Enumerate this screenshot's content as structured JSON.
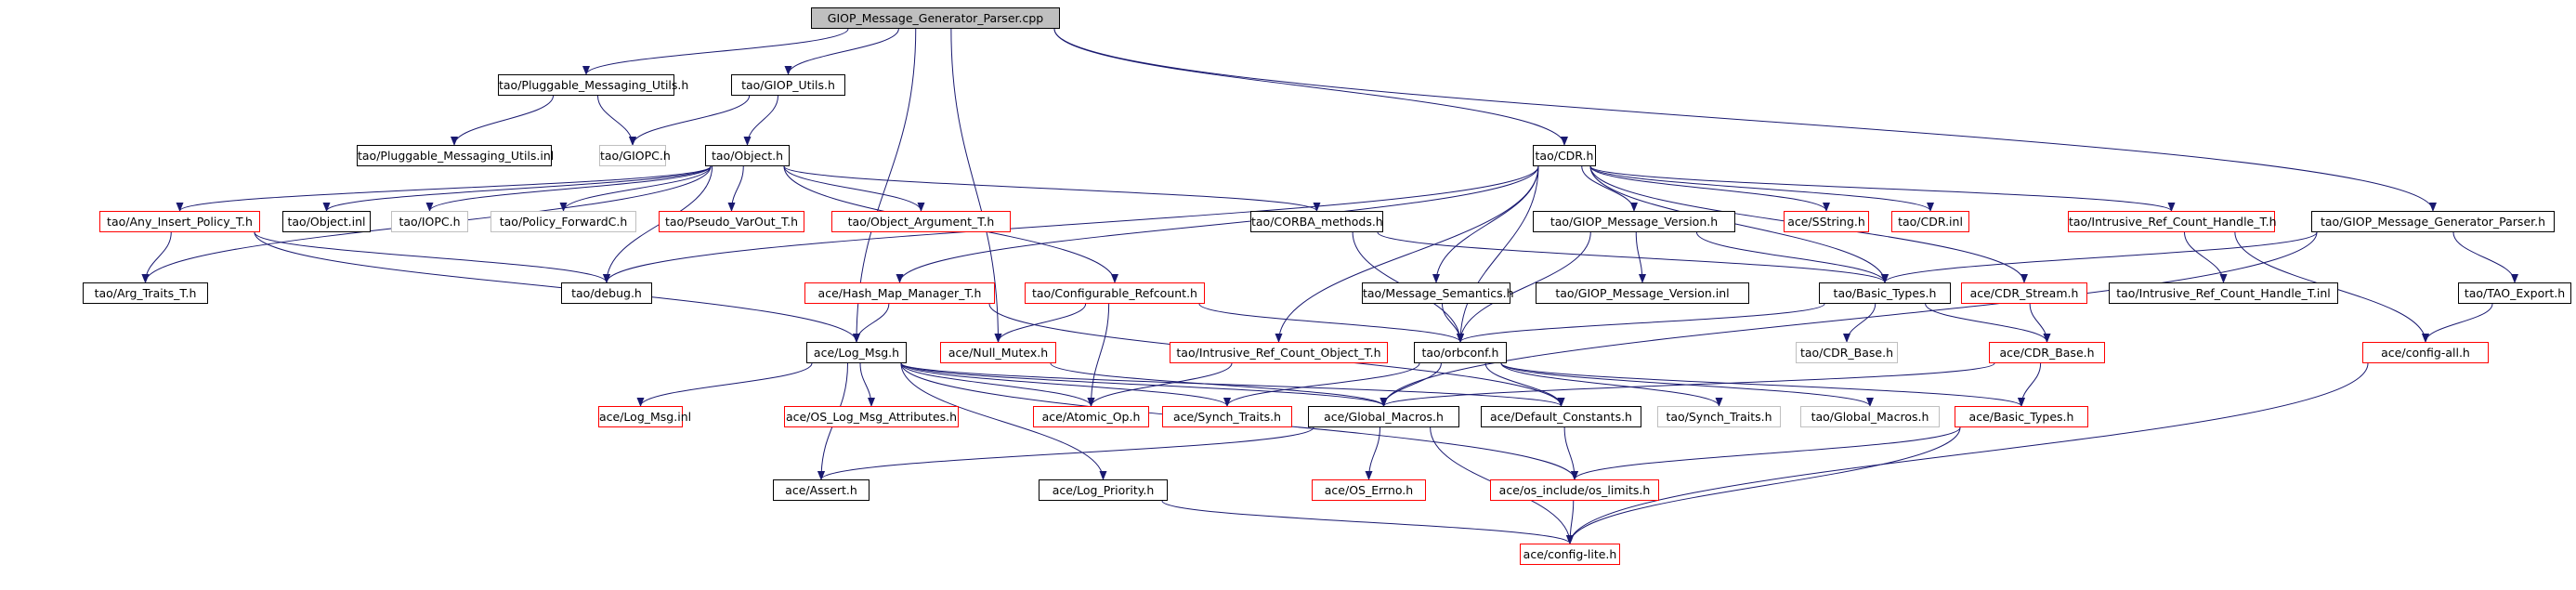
{
  "nodes": {
    "root": {
      "label": "GIOP_Message_Generator_Parser.cpp",
      "style": "root"
    },
    "pmu": {
      "label": "tao/Pluggable_Messaging_Utils.h",
      "style": "normal"
    },
    "gu": {
      "label": "tao/GIOP_Utils.h",
      "style": "normal"
    },
    "pmui": {
      "label": "tao/Pluggable_Messaging_Utils.inl",
      "style": "normal"
    },
    "giopc": {
      "label": "tao/GIOPC.h",
      "style": "gray"
    },
    "obj": {
      "label": "tao/Object.h",
      "style": "normal"
    },
    "cdr": {
      "label": "tao/CDR.h",
      "style": "normal"
    },
    "aip": {
      "label": "tao/Any_Insert_Policy_T.h",
      "style": "ext"
    },
    "objinl": {
      "label": "tao/Object.inl",
      "style": "normal"
    },
    "iopc": {
      "label": "tao/IOPC.h",
      "style": "gray"
    },
    "pfc": {
      "label": "tao/Policy_ForwardC.h",
      "style": "gray"
    },
    "pvo": {
      "label": "tao/Pseudo_VarOut_T.h",
      "style": "ext"
    },
    "oat": {
      "label": "tao/Object_Argument_T.h",
      "style": "ext"
    },
    "cm": {
      "label": "tao/CORBA_methods.h",
      "style": "normal"
    },
    "gmv": {
      "label": "tao/GIOP_Message_Version.h",
      "style": "normal"
    },
    "ss": {
      "label": "ace/SString.h",
      "style": "ext"
    },
    "cdri": {
      "label": "tao/CDR.inl",
      "style": "ext"
    },
    "irch": {
      "label": "tao/Intrusive_Ref_Count_Handle_T.h",
      "style": "ext"
    },
    "gmgp": {
      "label": "tao/GIOP_Message_Generator_Parser.h",
      "style": "normal"
    },
    "at": {
      "label": "tao/Arg_Traits_T.h",
      "style": "normal"
    },
    "dbg": {
      "label": "tao/debug.h",
      "style": "normal"
    },
    "hmm": {
      "label": "ace/Hash_Map_Manager_T.h",
      "style": "ext"
    },
    "cr": {
      "label": "tao/Configurable_Refcount.h",
      "style": "ext"
    },
    "ms": {
      "label": "tao/Message_Semantics.h",
      "style": "normal"
    },
    "gmvi": {
      "label": "tao/GIOP_Message_Version.inl",
      "style": "normal"
    },
    "tbt": {
      "label": "tao/Basic_Types.h",
      "style": "normal"
    },
    "cds": {
      "label": "ace/CDR_Stream.h",
      "style": "ext"
    },
    "irchi": {
      "label": "tao/Intrusive_Ref_Count_Handle_T.inl",
      "style": "normal"
    },
    "te": {
      "label": "tao/TAO_Export.h",
      "style": "normal"
    },
    "lm": {
      "label": "ace/Log_Msg.h",
      "style": "normal"
    },
    "nm": {
      "label": "ace/Null_Mutex.h",
      "style": "ext"
    },
    "irco": {
      "label": "tao/Intrusive_Ref_Count_Object_T.h",
      "style": "ext"
    },
    "orb": {
      "label": "tao/orbconf.h",
      "style": "normal"
    },
    "tcb": {
      "label": "tao/CDR_Base.h",
      "style": "gray"
    },
    "acb": {
      "label": "ace/CDR_Base.h",
      "style": "ext"
    },
    "ca": {
      "label": "ace/config-all.h",
      "style": "ext"
    },
    "lmi": {
      "label": "ace/Log_Msg.inl",
      "style": "ext"
    },
    "oslm": {
      "label": "ace/OS_Log_Msg_Attributes.h",
      "style": "ext"
    },
    "ao": {
      "label": "ace/Atomic_Op.h",
      "style": "ext"
    },
    "ast": {
      "label": "ace/Synch_Traits.h",
      "style": "ext"
    },
    "agm": {
      "label": "ace/Global_Macros.h",
      "style": "normal"
    },
    "dc": {
      "label": "ace/Default_Constants.h",
      "style": "normal"
    },
    "tst": {
      "label": "tao/Synch_Traits.h",
      "style": "gray"
    },
    "tgm": {
      "label": "tao/Global_Macros.h",
      "style": "gray"
    },
    "abt": {
      "label": "ace/Basic_Types.h",
      "style": "ext"
    },
    "as": {
      "label": "ace/Assert.h",
      "style": "normal"
    },
    "lp": {
      "label": "ace/Log_Priority.h",
      "style": "normal"
    },
    "ose": {
      "label": "ace/OS_Errno.h",
      "style": "ext"
    },
    "osl": {
      "label": "ace/os_include/os_limits.h",
      "style": "ext"
    },
    "cl": {
      "label": "ace/config-lite.h",
      "style": "ext"
    }
  },
  "edges": [
    [
      "root",
      "pmu"
    ],
    [
      "root",
      "gu"
    ],
    [
      "root",
      "cdr"
    ],
    [
      "root",
      "gmgp"
    ],
    [
      "root",
      "lm"
    ],
    [
      "root",
      "nm"
    ],
    [
      "pmu",
      "pmui"
    ],
    [
      "pmu",
      "giopc"
    ],
    [
      "gu",
      "giopc"
    ],
    [
      "gu",
      "obj"
    ],
    [
      "obj",
      "aip"
    ],
    [
      "obj",
      "objinl"
    ],
    [
      "obj",
      "iopc"
    ],
    [
      "obj",
      "pfc"
    ],
    [
      "obj",
      "pvo"
    ],
    [
      "obj",
      "oat"
    ],
    [
      "obj",
      "cm"
    ],
    [
      "obj",
      "cr"
    ],
    [
      "obj",
      "at"
    ],
    [
      "obj",
      "dbg"
    ],
    [
      "aip",
      "at"
    ],
    [
      "aip",
      "dbg"
    ],
    [
      "aip",
      "lm"
    ],
    [
      "cdr",
      "gmv"
    ],
    [
      "cdr",
      "ss"
    ],
    [
      "cdr",
      "cdri"
    ],
    [
      "cdr",
      "irch"
    ],
    [
      "cdr",
      "tbt"
    ],
    [
      "cdr",
      "cds"
    ],
    [
      "cdr",
      "ms"
    ],
    [
      "cdr",
      "hmm"
    ],
    [
      "cdr",
      "irco"
    ],
    [
      "cdr",
      "orb"
    ],
    [
      "cdr",
      "dbg"
    ],
    [
      "cm",
      "tbt"
    ],
    [
      "cm",
      "orb"
    ],
    [
      "gmv",
      "gmvi"
    ],
    [
      "gmv",
      "tbt"
    ],
    [
      "gmv",
      "orb"
    ],
    [
      "irch",
      "irchi"
    ],
    [
      "irch",
      "ca"
    ],
    [
      "gmgp",
      "tbt"
    ],
    [
      "gmgp",
      "te"
    ],
    [
      "gmgp",
      "agm"
    ],
    [
      "te",
      "ca"
    ],
    [
      "hmm",
      "lm"
    ],
    [
      "hmm",
      "dc"
    ],
    [
      "cr",
      "nm"
    ],
    [
      "cr",
      "ao"
    ],
    [
      "cr",
      "orb"
    ],
    [
      "ms",
      "orb"
    ],
    [
      "tbt",
      "tcb"
    ],
    [
      "tbt",
      "acb"
    ],
    [
      "tbt",
      "orb"
    ],
    [
      "cds",
      "acb"
    ],
    [
      "irco",
      "ao"
    ],
    [
      "orb",
      "ast"
    ],
    [
      "orb",
      "agm"
    ],
    [
      "orb",
      "dc"
    ],
    [
      "orb",
      "tst"
    ],
    [
      "orb",
      "tgm"
    ],
    [
      "orb",
      "abt"
    ],
    [
      "acb",
      "abt"
    ],
    [
      "acb",
      "agm"
    ],
    [
      "ca",
      "cl"
    ],
    [
      "nm",
      "agm"
    ],
    [
      "lm",
      "lmi"
    ],
    [
      "lm",
      "oslm"
    ],
    [
      "lm",
      "ao"
    ],
    [
      "lm",
      "ast"
    ],
    [
      "lm",
      "agm"
    ],
    [
      "lm",
      "dc"
    ],
    [
      "lm",
      "as"
    ],
    [
      "lm",
      "lp"
    ],
    [
      "lm",
      "osl"
    ],
    [
      "agm",
      "as"
    ],
    [
      "agm",
      "ose"
    ],
    [
      "agm",
      "cl"
    ],
    [
      "dc",
      "osl"
    ],
    [
      "abt",
      "osl"
    ],
    [
      "abt",
      "cl"
    ],
    [
      "lp",
      "cl"
    ],
    [
      "osl",
      "cl"
    ]
  ],
  "colors": {
    "normal": "#000000",
    "ext": "#ff0000",
    "gray": "#bfbfbf",
    "root_fill": "#bfbfbf",
    "edge": "#191970"
  }
}
